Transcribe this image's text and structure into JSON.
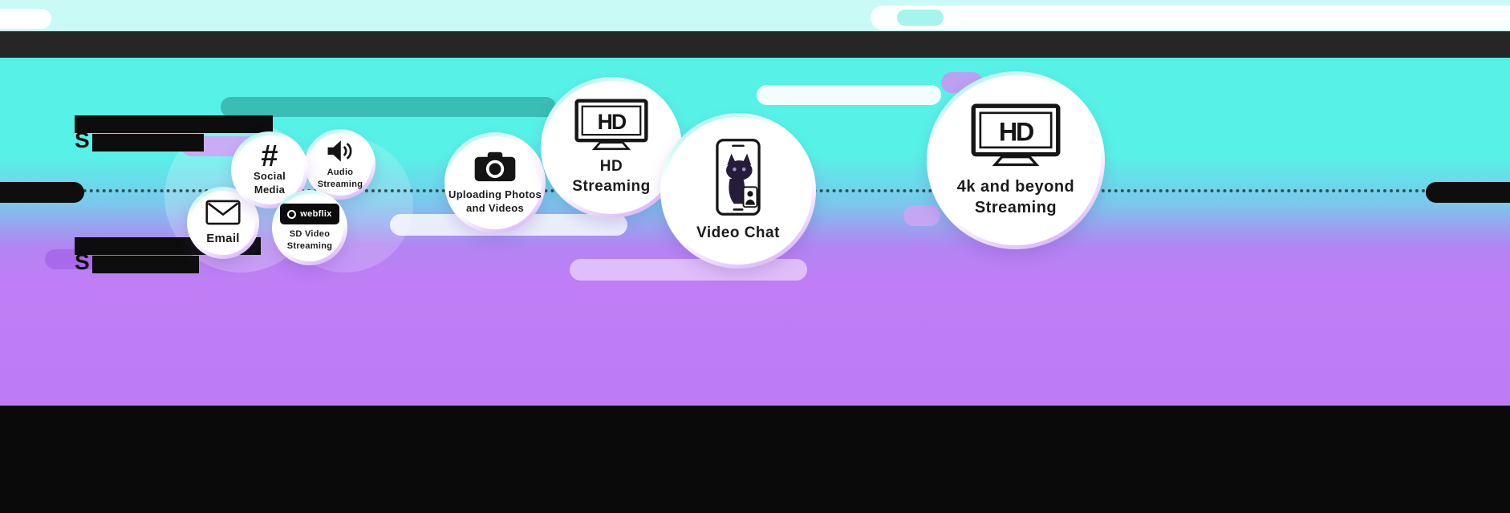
{
  "colors": {
    "cyan": "#57F2E7",
    "purple": "#BF7EF5",
    "header_bar": "#262626",
    "footer": "#0A0A0A",
    "top_strip": "#C9FAF6",
    "bubble_fill": "#FFFFFF",
    "rim_cyan": "#8FEDE2",
    "rim_purple": "#CF9FF6"
  },
  "redacted": {
    "block1_initial": "S",
    "block2_initial": "S"
  },
  "bubbles": {
    "email": {
      "label": "Email",
      "icon": "envelope-icon"
    },
    "social": {
      "symbol": "#",
      "line1": "Social",
      "line2": "Media",
      "icon": "hashtag-icon"
    },
    "audio": {
      "line1": "Audio",
      "line2": "Streaming",
      "icon": "speaker-icon"
    },
    "sd_video": {
      "logo_text": "webflix",
      "line1": "SD Video",
      "line2": "Streaming",
      "icon": "webflix-logo"
    },
    "uploading": {
      "line1": "Uploading Photos",
      "line2": "and Videos",
      "icon": "camera-icon"
    },
    "hd": {
      "screen_text": "HD",
      "line1": "HD",
      "line2": "Streaming",
      "icon": "hd-tv-icon"
    },
    "video_chat": {
      "label": "Video Chat",
      "icon": "video-call-phone-icon"
    },
    "four_k": {
      "screen_text": "HD",
      "line1": "4k and beyond",
      "line2": "Streaming",
      "icon": "hd-tv-icon"
    }
  }
}
